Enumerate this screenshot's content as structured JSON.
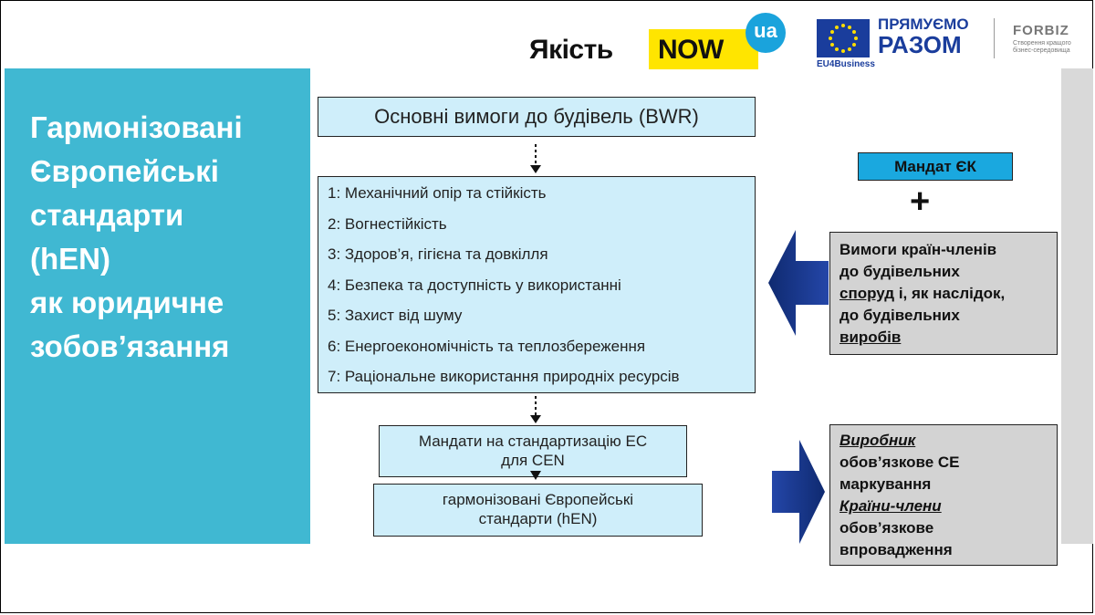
{
  "header": {
    "logo_yakist_word": "Якість",
    "logo_yakist_now": "NOW",
    "logo_yakist_ua": "ua",
    "eu4business": "EU4Business",
    "pryamuemo_line1": "ПРЯМУЄМО",
    "pryamuemo_line2": "РАЗОМ",
    "forbiz_name": "FORBIZ",
    "forbiz_tagline": "Створення кращого бізнес-середовища"
  },
  "left_title_lines": [
    "Гармонізовані",
    "Європейські",
    "стандарти",
    "(hEN)",
    "як юридичне",
    "зобов’язання"
  ],
  "bwr_box": "Основні вимоги до будівель (BWR)",
  "requirements": [
    "1: Механічний опір та стійкість",
    "2: Вогнестійкість",
    "3: Здоров’я, гігієна та довкілля",
    "4: Безпека та доступність у використанні",
    "5: Захист від шуму",
    "6: Енергоекономічність та теплозбереження",
    "7: Раціональне використання природніх ресурсів"
  ],
  "mandates_box": {
    "line1": "Мандати на стандартизацію ЕС",
    "line2": "для CEN"
  },
  "hen_box": {
    "line1": "гармонізовані Європейські",
    "line2": "стандарти (hEN)"
  },
  "mandat_ek": "Мандат ЄК",
  "plus": "+",
  "member_box": {
    "line1": "Вимоги країн-членів",
    "line2": "до будівельних",
    "line3_u": "споруд",
    "line3_rest": " і, як наслідок,",
    "line4": "до будівельних",
    "line5_u": "виробів"
  },
  "manuf_box": {
    "line1": "Виробник",
    "line2": "обов’язкове CE",
    "line3": "маркування",
    "line4": "Країни-члени",
    "line5": "обов’язкове",
    "line6": "впровадження"
  },
  "colors": {
    "panel_blue": "#40b8d2",
    "box_light_blue": "#cfeefa",
    "mandat_blue": "#1aa8df",
    "arrow_navy": "#1f3a8a",
    "gray_box": "#d3d3d3",
    "logo_yellow": "#ffe500",
    "eu_blue": "#1a3d9c"
  },
  "icons": [
    "eu-flag-icon",
    "dotted-down-arrow-icon",
    "block-left-arrow-icon",
    "block-right-arrow-icon"
  ]
}
